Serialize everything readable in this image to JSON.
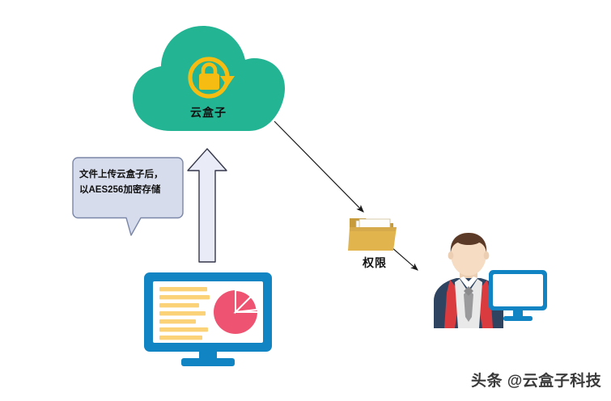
{
  "diagram": {
    "cloud": {
      "label": "云盒子",
      "fill": "#23b493",
      "icon_name": "encrypted-sync-lock-icon",
      "icon_color": "#f6bc12"
    },
    "bubble": {
      "line1": "文件上传云盒子后，",
      "line2": "以AES256加密存储",
      "fill": "#d7dcec",
      "border": "#7b87a8"
    },
    "upload_arrow": {
      "name": "upload-arrow",
      "fill": "#e9ecf6",
      "border": "#35374a"
    },
    "monitor": {
      "name": "dashboard-monitor",
      "frame_color": "#1184c4",
      "line_color": "#fbd277",
      "pie_color": "#ee5471",
      "lines": 7,
      "pie_slices": [
        70,
        15,
        15
      ]
    },
    "folder": {
      "label": "权限",
      "fill": "#d6aa4a",
      "name": "permissions-folder"
    },
    "person": {
      "name": "business-user",
      "jacket_color": "#2e4460",
      "lining_color": "#d93b3f",
      "tie_color": "#9a9a9c",
      "skin_color": "#f5dcc3",
      "hair_color": "#5b3a28",
      "monitor_color": "#1184c4"
    },
    "connectors": [
      {
        "name": "cloud-to-folder-arrow",
        "color": "#1a1a1a"
      },
      {
        "name": "folder-to-user-arrow",
        "color": "#1a1a1a"
      }
    ]
  },
  "watermark": {
    "text": "头条 @云盒子科技"
  }
}
